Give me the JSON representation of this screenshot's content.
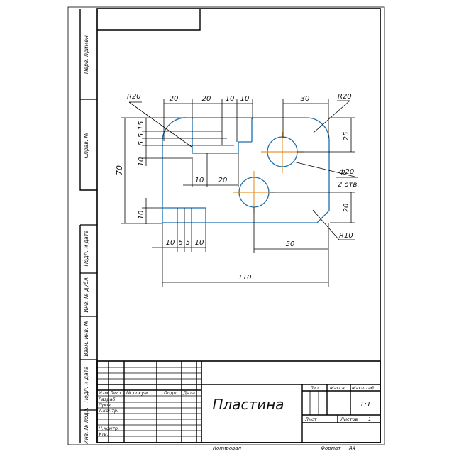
{
  "drawing": {
    "part_title": "Пластина",
    "sheet_count": "1",
    "scale": "1:1",
    "copied_label": "Копировал",
    "format_label": "Формат",
    "format_value": "А4"
  },
  "side_strip": {
    "perv_primen": "Перв. примен.",
    "sprav_no": "Справ. №",
    "podp_i_data_1": "Подп. и дата",
    "inv_no_dubl": "Инв. № дубл.",
    "vzam_inv_no": "Взам. инв. №",
    "podp_i_data_2": "Подп. и дата",
    "inv_no_podl": "Инв. № подл."
  },
  "title_block": {
    "izm": "Изм",
    "list": "Лист",
    "doc_no": "№ докум.",
    "podp": "Подп.",
    "data": "Дата",
    "razrab": "Разраб.",
    "prov": "Пров.",
    "t_kontr": "Т.контр.",
    "n_kontr": "Н.контр.",
    "utv": "Утв.",
    "lit": "Лит.",
    "massa": "Масса",
    "masshtab": "Масштаб",
    "list_label": "Лист",
    "listov_label": "Листов"
  },
  "dimensions": {
    "r20_left": "R20",
    "r20_right": "R20",
    "r10": "R10",
    "top_20a": "20",
    "top_20b": "20",
    "top_10a": "10",
    "top_10b": "10",
    "top_30": "30",
    "left_15": "15",
    "left_5a": "5",
    "left_5b": "5",
    "left_10": "10",
    "left_70": "70",
    "left_10_bottom": "10",
    "right_25": "25",
    "right_20": "20",
    "inner_10": "10",
    "inner_20": "20",
    "hole_dia": "ф20",
    "hole_qty": "2 отв.",
    "bottom_10a": "10",
    "bottom_5a": "5",
    "bottom_5b": "5",
    "bottom_10b": "10",
    "dim_50": "50",
    "dim_110": "110"
  },
  "colors": {
    "part_outline": "#1a6fb0",
    "center_lines": "#e07a00",
    "frame": "#000000"
  }
}
